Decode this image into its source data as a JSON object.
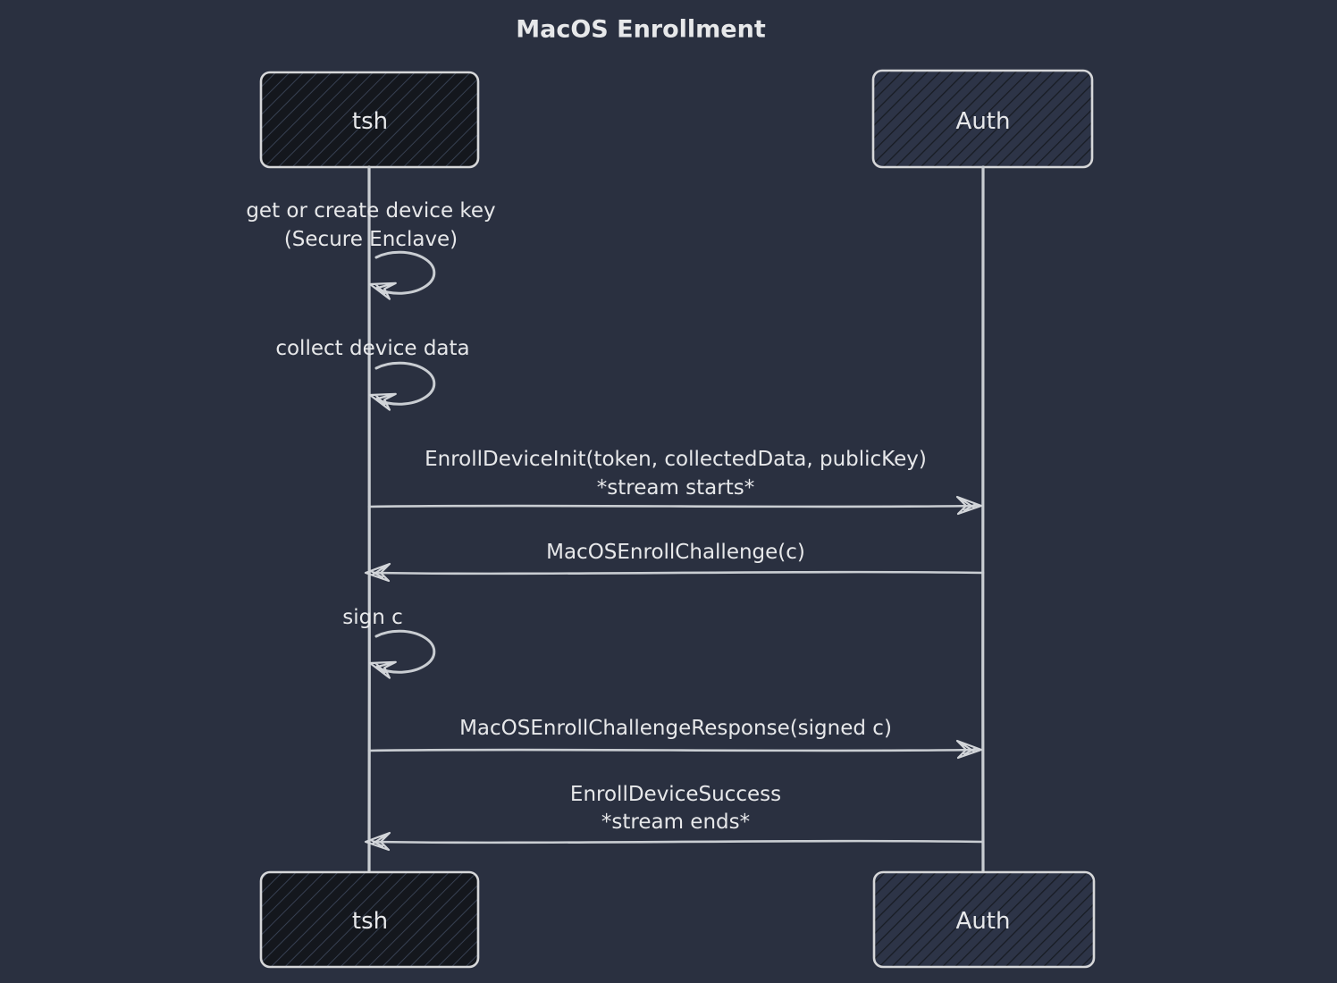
{
  "title": "MacOS Enrollment",
  "colors": {
    "background": "#2a3040",
    "line": "#c9cdd2",
    "text": "#e7e8ea",
    "actor_box_border": "#d6d7d9",
    "tsh_box_fill": "#14171d",
    "tsh_box_hatch": "#3a4457",
    "auth_box_fill": "#2d3447",
    "auth_box_hatch": "#181c24"
  },
  "diagram": {
    "type": "sequence",
    "actors": [
      {
        "id": "tsh",
        "label": "tsh"
      },
      {
        "id": "auth",
        "label": "Auth"
      }
    ],
    "events": [
      {
        "type": "self-loop",
        "actor": "tsh",
        "lines": [
          "get or create device key",
          "(Secure Enclave)"
        ]
      },
      {
        "type": "self-loop",
        "actor": "tsh",
        "lines": [
          "collect device data"
        ]
      },
      {
        "type": "message",
        "from": "tsh",
        "to": "auth",
        "lines": [
          "EnrollDeviceInit(token, collectedData, publicKey)",
          "*stream starts*"
        ]
      },
      {
        "type": "message",
        "from": "auth",
        "to": "tsh",
        "lines": [
          "MacOSEnrollChallenge(c)"
        ]
      },
      {
        "type": "self-loop",
        "actor": "tsh",
        "lines": [
          "sign c"
        ]
      },
      {
        "type": "message",
        "from": "tsh",
        "to": "auth",
        "lines": [
          "MacOSEnrollChallengeResponse(signed c)"
        ]
      },
      {
        "type": "message",
        "from": "auth",
        "to": "tsh",
        "lines": [
          "EnrollDeviceSuccess",
          "*stream ends*"
        ]
      }
    ]
  }
}
